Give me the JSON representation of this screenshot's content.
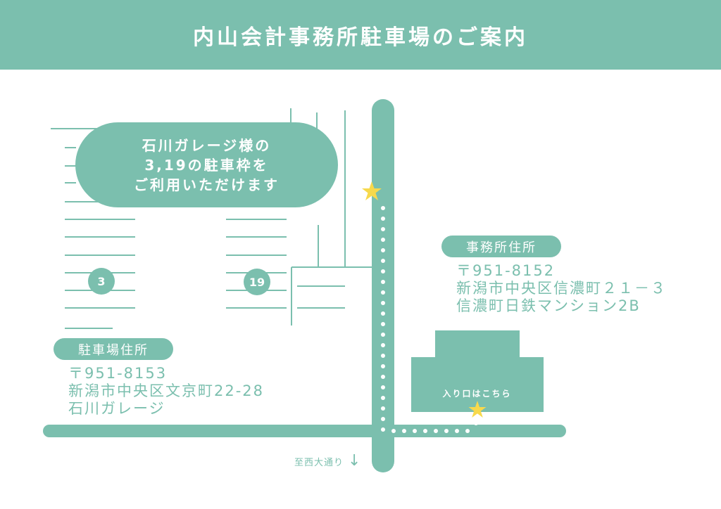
{
  "header": {
    "title": "内山会計事務所駐車場のご案内"
  },
  "note": {
    "line1": "石川ガレージ様の",
    "line2": "3,19の駐車枠を",
    "line3": "ご利用いただけます"
  },
  "spaces": {
    "left": "3",
    "right": "19"
  },
  "office": {
    "label": "事務所住所",
    "postal": "〒951-8152",
    "address": "新潟市中央区信濃町２１－３",
    "building": "信濃町日鉄マンション2B"
  },
  "parking": {
    "label": "駐車場住所",
    "postal": "〒951-8153",
    "address": "新潟市中央区文京町22-28",
    "name": "石川ガレージ"
  },
  "entrance": {
    "label": "入り口はこちら"
  },
  "direction": {
    "label": "至西大通り",
    "arrow": "↓"
  },
  "colors": {
    "theme": "#7bbfae",
    "star": "#f7d94c",
    "background": "#ffffff"
  },
  "icons": [
    "star-icon",
    "arrow-down-icon"
  ]
}
